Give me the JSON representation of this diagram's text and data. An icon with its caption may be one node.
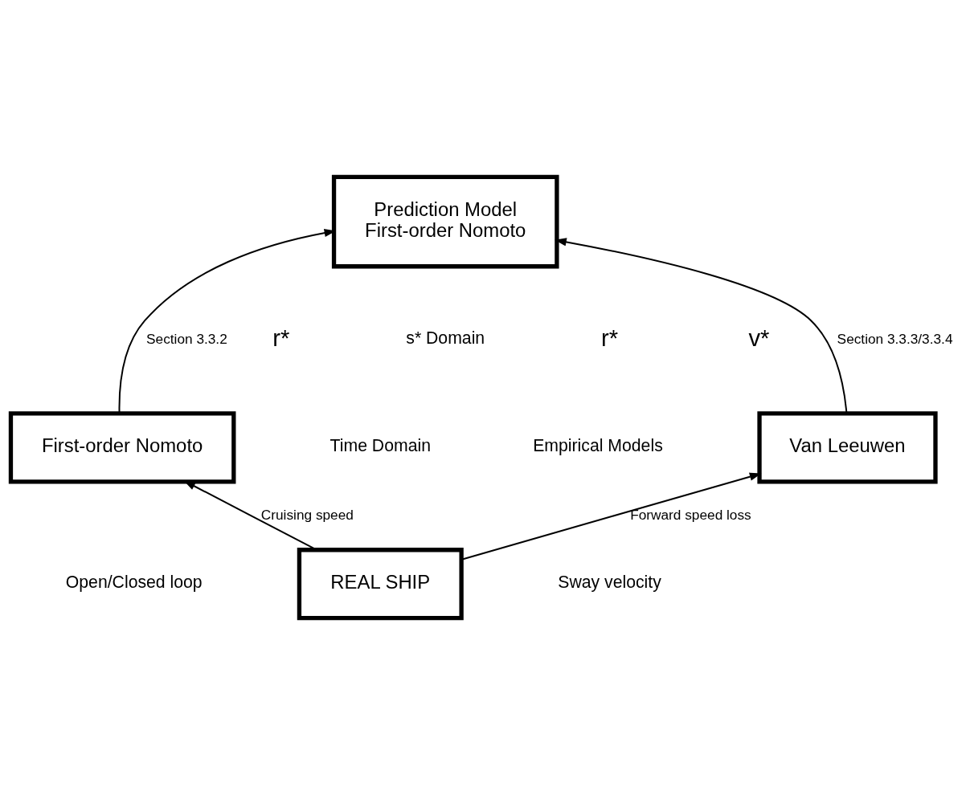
{
  "diagram": {
    "nodes": [
      {
        "text": [
          "Prediction Model",
          "First-order Nomoto"
        ]
      },
      {
        "text": [
          "First-order Nomoto"
        ]
      },
      {
        "text": [
          "Van Leeuwen"
        ]
      },
      {
        "text": [
          "REAL SHIP"
        ]
      }
    ],
    "edges": [
      {
        "from": 1,
        "to": 0,
        "arrow": "to",
        "label": "Section 3.3.2"
      },
      {
        "from": 2,
        "to": 0,
        "arrow": "to",
        "label": "Section 3.3.3/3.3.4"
      },
      {
        "from": 3,
        "to": 1,
        "arrow": "to",
        "label": "Cruising speed"
      },
      {
        "from": 3,
        "to": 2,
        "arrow": "to",
        "label": "Forward speed loss"
      }
    ],
    "labels": [
      "r*",
      "s* Domain",
      "r*",
      "v*",
      "Time Domain",
      "Empirical Models",
      "Open/Closed loop",
      "Sway velocity"
    ]
  }
}
